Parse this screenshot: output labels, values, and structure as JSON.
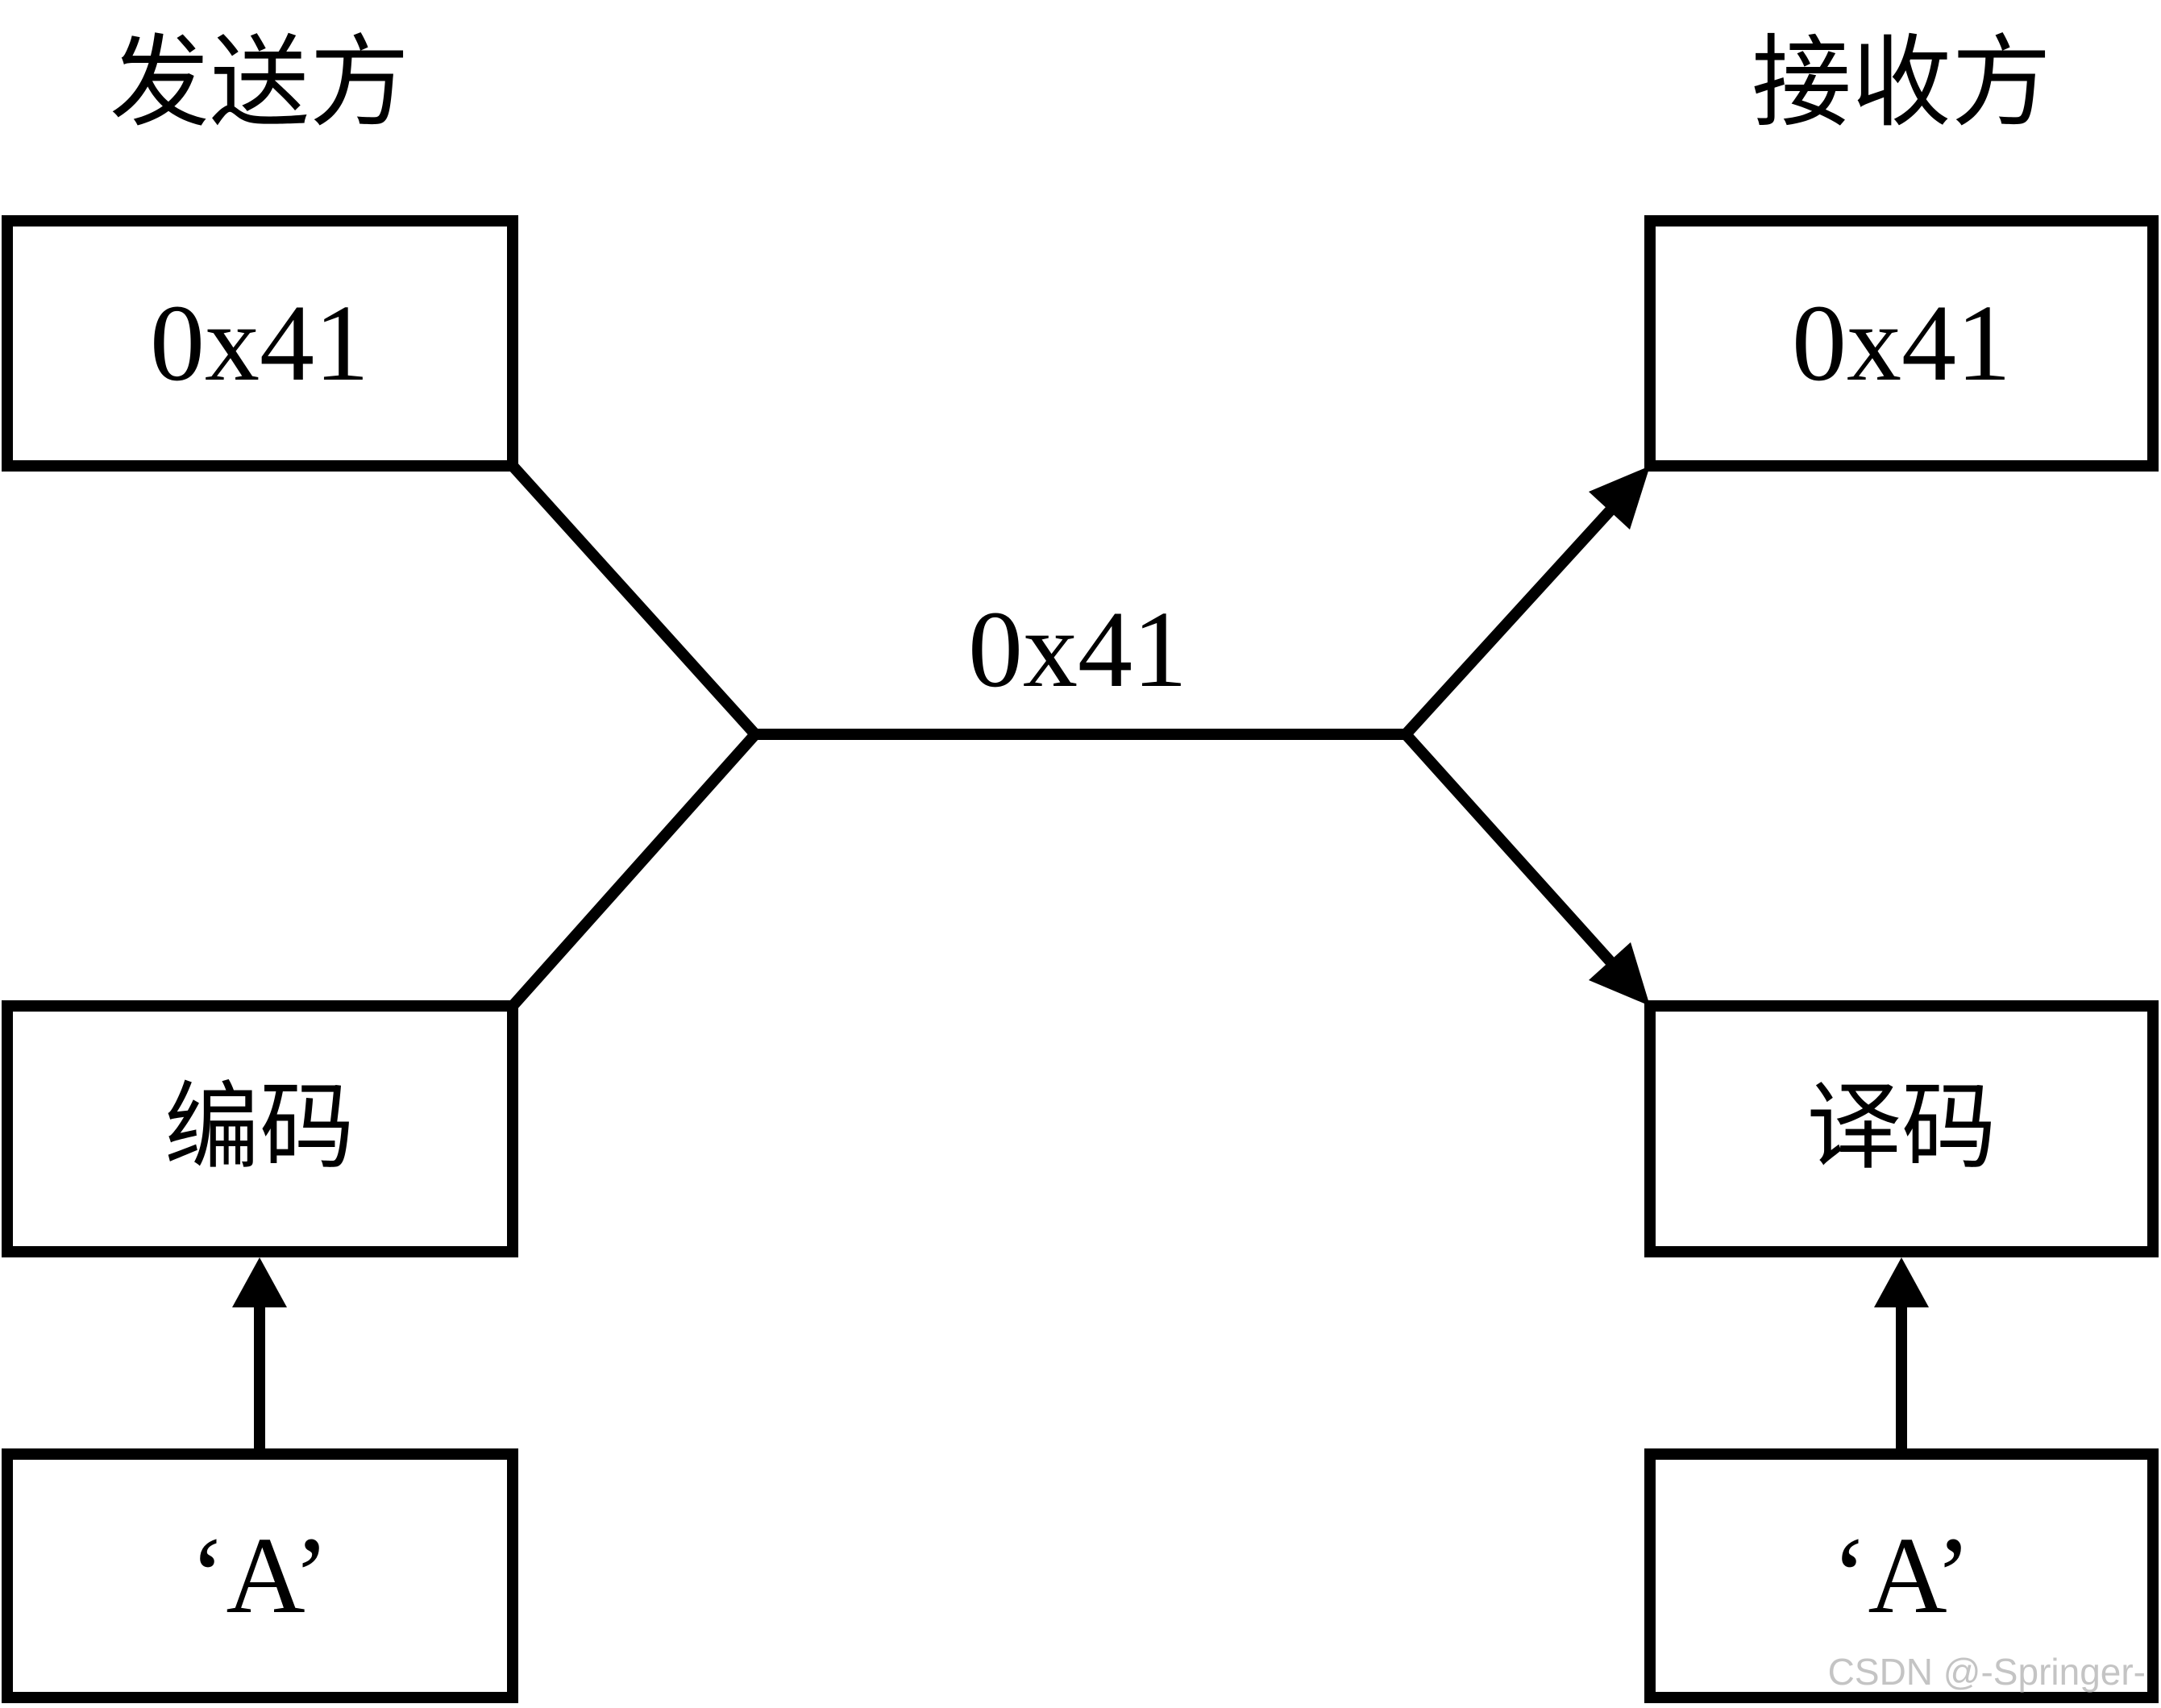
{
  "sender": {
    "title": "发送方",
    "top_box": "0x41",
    "encode_box": "编码",
    "input_box": "‘A’"
  },
  "receiver": {
    "title": "接收方",
    "top_box": "0x41",
    "decode_box": "译码",
    "output_box": "‘A’"
  },
  "channel": {
    "label": "0x41"
  },
  "watermark": "CSDN @-Springer-",
  "colors": {
    "stroke": "#000000",
    "background": "#ffffff",
    "watermark": "#c4c4c4"
  }
}
